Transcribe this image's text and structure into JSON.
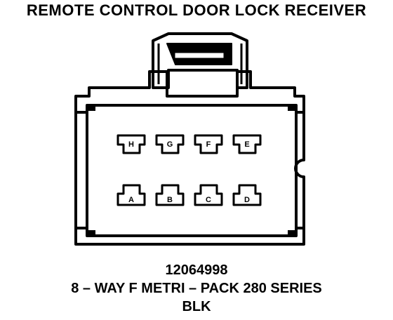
{
  "title": "REMOTE CONTROL DOOR LOCK RECEIVER",
  "connector": {
    "part_number": "12064998",
    "description": "8 – WAY F METRI – PACK 280 SERIES",
    "color": "BLK",
    "top_row_pins": [
      "H",
      "G",
      "F",
      "E"
    ],
    "bottom_row_pins": [
      "A",
      "B",
      "C",
      "D"
    ]
  }
}
